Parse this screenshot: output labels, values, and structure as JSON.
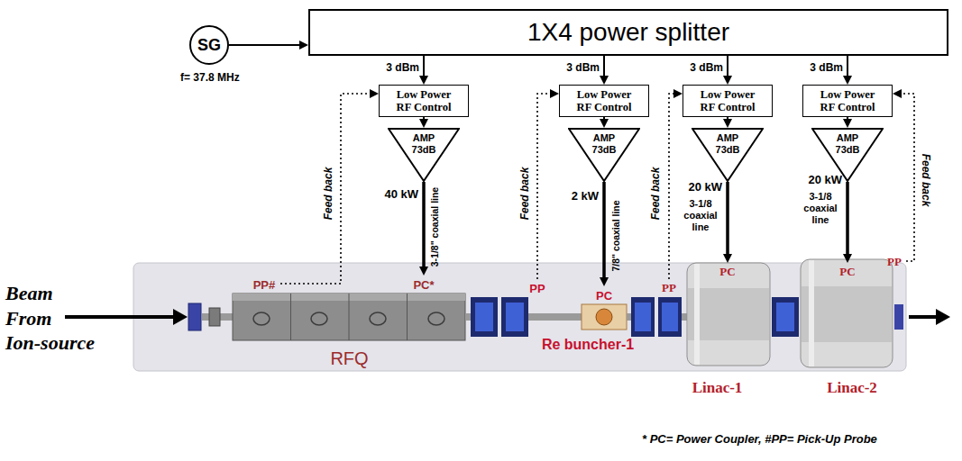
{
  "diagram": {
    "nodes": [
      {
        "text": [
          "SG"
        ]
      },
      {
        "text": [
          "1X4 power splitter"
        ]
      },
      {
        "text": [
          "Low Power RF Control"
        ]
      },
      {
        "text": [
          "Low Power RF Control"
        ]
      },
      {
        "text": [
          "Low Power RF Control"
        ]
      },
      {
        "text": [
          "Low Power RF Control"
        ]
      },
      {
        "text": [
          "AMP 73dB"
        ]
      },
      {
        "text": [
          "AMP 73dB"
        ]
      },
      {
        "text": [
          "AMP 73dB"
        ]
      },
      {
        "text": [
          "AMP 73dB"
        ]
      },
      {
        "text": [
          "RFQ"
        ]
      },
      {
        "text": [
          "PP#"
        ],
        "in": 10
      },
      {
        "text": [
          "PC*"
        ],
        "in": 10
      },
      {
        "text": [
          "Re buncher-1"
        ]
      },
      {
        "text": [
          "PP"
        ],
        "in": 13
      },
      {
        "text": [
          "PC"
        ],
        "in": 13
      },
      {
        "text": [
          "Linac-1"
        ]
      },
      {
        "text": [
          "PP"
        ],
        "in": 16
      },
      {
        "text": [
          "PC"
        ],
        "in": 16
      },
      {
        "text": [
          "Linac-2"
        ]
      },
      {
        "text": [
          "PC"
        ],
        "in": 19
      },
      {
        "text": [
          "PP"
        ],
        "in": 19
      }
    ],
    "edges": [
      {
        "from": 0,
        "to": 1,
        "arrow": "to"
      },
      {
        "from": 1,
        "to": 2,
        "label": "3 dBm",
        "arrow": "to"
      },
      {
        "from": 1,
        "to": 3,
        "label": "3 dBm",
        "arrow": "to"
      },
      {
        "from": 1,
        "to": 4,
        "label": "3 dBm",
        "arrow": "to"
      },
      {
        "from": 1,
        "to": 5,
        "label": "3 dBm",
        "arrow": "to"
      },
      {
        "from": 2,
        "to": 6,
        "arrow": "to"
      },
      {
        "from": 3,
        "to": 7,
        "arrow": "to"
      },
      {
        "from": 4,
        "to": 8,
        "arrow": "to"
      },
      {
        "from": 5,
        "to": 9,
        "arrow": "to"
      },
      {
        "from": 6,
        "to": 12,
        "label": "40 kW",
        "arrow": "to"
      },
      {
        "from": 7,
        "to": 15,
        "label": "2 kW",
        "arrow": "to"
      },
      {
        "from": 8,
        "to": 18,
        "label": "20 kW",
        "arrow": "to"
      },
      {
        "from": 9,
        "to": 20,
        "label": "20 kW",
        "arrow": "to"
      },
      {
        "from": 11,
        "to": 2,
        "label": "Feed back",
        "arrow": "to"
      },
      {
        "from": 14,
        "to": 3,
        "label": "Feed back",
        "arrow": "to"
      },
      {
        "from": 17,
        "to": 4,
        "label": "Feed back",
        "arrow": "to"
      },
      {
        "from": 21,
        "to": 5,
        "label": "Feed back",
        "arrow": "to"
      }
    ],
    "labels": [
      "f= 37.8 MHz",
      "3-1/8\" coaxial line",
      "7/8\" coaxial line",
      "3-1/8 coaxial line",
      "3-1/8 coaxial line",
      "Beam From Ion-source",
      "* PC= Power Coupler, #PP= Pick-Up Probe"
    ]
  }
}
